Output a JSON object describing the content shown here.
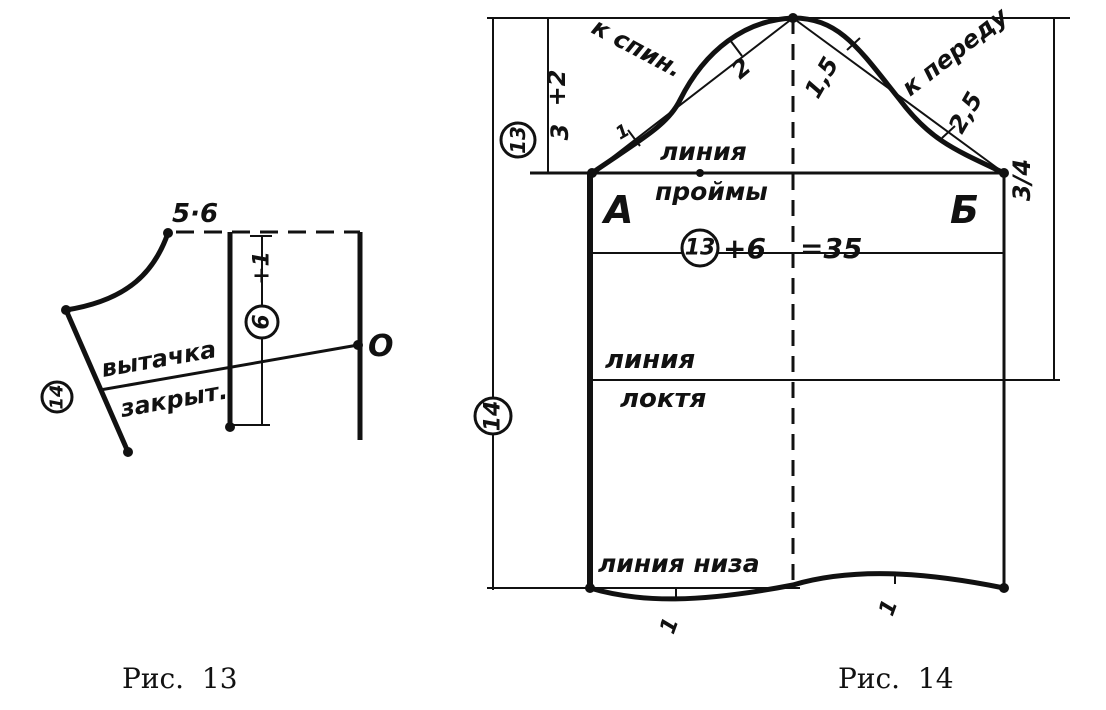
{
  "fig13": {
    "caption": "Рис.  13",
    "labels": {
      "point_top": "5·6",
      "point_o": "О",
      "dart_1": "вытачка",
      "dart_2": "закрыт.",
      "circle_6": "6",
      "plus_1": "+1",
      "circle_14": "14"
    }
  },
  "fig14": {
    "caption": "Рис.  14",
    "labels": {
      "to_back": "к спин.",
      "to_front": "к переду",
      "seg_2": "2",
      "seg_15": "1,5",
      "seg_25": "2,5",
      "tick_1": "1",
      "circle_13_top": "13",
      "plus_2": "+2",
      "three": "3",
      "armhole_1": "линия",
      "armhole_2": "проймы",
      "point_a": "А",
      "point_b": "Б",
      "three_quarters": "3/4",
      "circle_13_mid": "13",
      "plus_6": "+6",
      "eq_35": "=35",
      "elbow_1": "линия",
      "elbow_2": "локтя",
      "circle_14": "14",
      "hem": "линия низа",
      "bottom_1a": "1",
      "bottom_1b": "1"
    }
  }
}
